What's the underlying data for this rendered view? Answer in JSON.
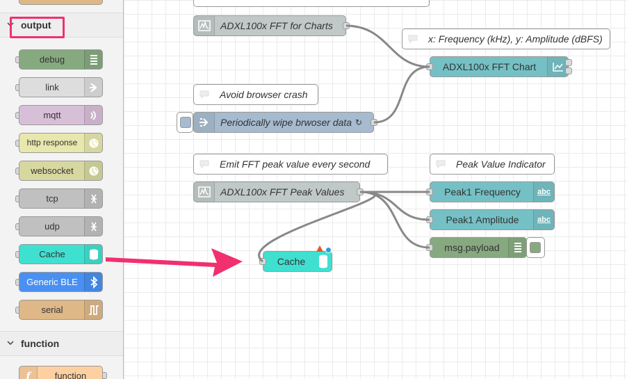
{
  "palette": {
    "output_category": "output",
    "function_category": "function",
    "nodes": {
      "debug": "debug",
      "link": "link",
      "mqtt": "mqtt",
      "http_response": "http response",
      "websocket": "websocket",
      "tcp": "tcp",
      "udp": "udp",
      "cache": "Cache",
      "generic_ble": "Generic BLE",
      "serial": "serial",
      "function": "function"
    }
  },
  "flow": {
    "comment_xy": "x: Frequency (kHz), y: Amplitude (dBFS)",
    "comment_avoid_crash": "Avoid browser crash",
    "comment_emit_peak": "Emit FFT peak value every second",
    "comment_peak_indicator": "Peak Value Indicator",
    "node_fft_charts": "ADXL100x FFT for Charts",
    "node_fft_chart": "ADXL100x FFT Chart",
    "node_wipe": "Periodically wipe brwoser data",
    "node_wipe_suffix": "↻",
    "node_peak_values": "ADXL100x FFT Peak Values",
    "node_peak1_freq": "Peak1 Frequency",
    "node_peak1_amp": "Peak1 Amplitude",
    "node_msg_payload": "msg.payload",
    "node_cache": "Cache"
  },
  "colors": {
    "debug": "#87a980",
    "link": "#dddddd",
    "mqtt": "#d8bfd8",
    "http": "#e7e7ae",
    "tcp": "#c0c0c0",
    "cache": "#40e0d0",
    "ble": "#4a90f2",
    "serial": "#deb887",
    "function": "#fdd0a2",
    "dashboard": "#75c0c5",
    "inject": "#a6bbcf",
    "fft": "#c0c9c7",
    "accent": "#f0306f"
  }
}
